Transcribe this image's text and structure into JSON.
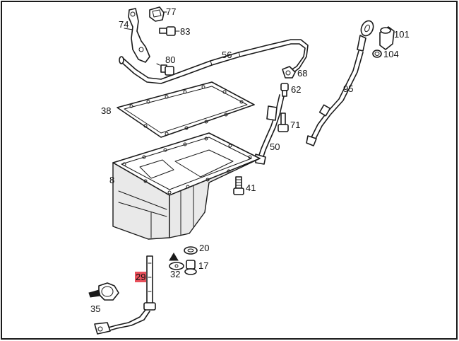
{
  "parts": [
    {
      "id": "p74",
      "number": "74"
    },
    {
      "id": "p77",
      "number": "77"
    },
    {
      "id": "p83",
      "number": "83"
    },
    {
      "id": "p80",
      "number": "80"
    },
    {
      "id": "p56",
      "number": "56"
    },
    {
      "id": "p101",
      "number": "101"
    },
    {
      "id": "p104",
      "number": "104"
    },
    {
      "id": "p68",
      "number": "68"
    },
    {
      "id": "p62",
      "number": "62"
    },
    {
      "id": "p95",
      "number": "95"
    },
    {
      "id": "p38",
      "number": "38"
    },
    {
      "id": "p71",
      "number": "71"
    },
    {
      "id": "p50",
      "number": "50"
    },
    {
      "id": "p8",
      "number": "8"
    },
    {
      "id": "p41",
      "number": "41"
    },
    {
      "id": "p20",
      "number": "20"
    },
    {
      "id": "p29",
      "number": "29",
      "highlighted": true
    },
    {
      "id": "p32",
      "number": "32"
    },
    {
      "id": "p17",
      "number": "17"
    },
    {
      "id": "p35",
      "number": "35"
    }
  ],
  "colors": {
    "line": "#1a1a1a",
    "highlight": "#e8505b",
    "background": "#ffffff"
  }
}
